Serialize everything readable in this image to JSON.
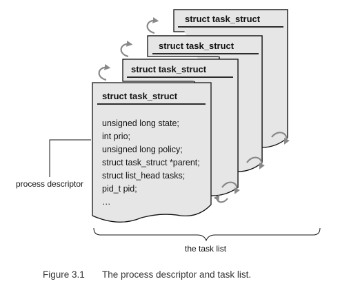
{
  "descriptors": [
    {
      "title": "struct task_struct"
    },
    {
      "title": "struct task_struct"
    },
    {
      "title": "struct task_struct"
    },
    {
      "title": "struct task_struct"
    }
  ],
  "front_fields": [
    "unsigned long state;",
    "int prio;",
    "unsigned long policy;",
    "struct task_struct *parent;",
    "struct list_head tasks;",
    "pid_t pid;",
    "…"
  ],
  "labels": {
    "process_descriptor": "process descriptor",
    "task_list": "the task list"
  },
  "caption": {
    "number": "Figure 3.1",
    "text": "The process descriptor and task list."
  }
}
